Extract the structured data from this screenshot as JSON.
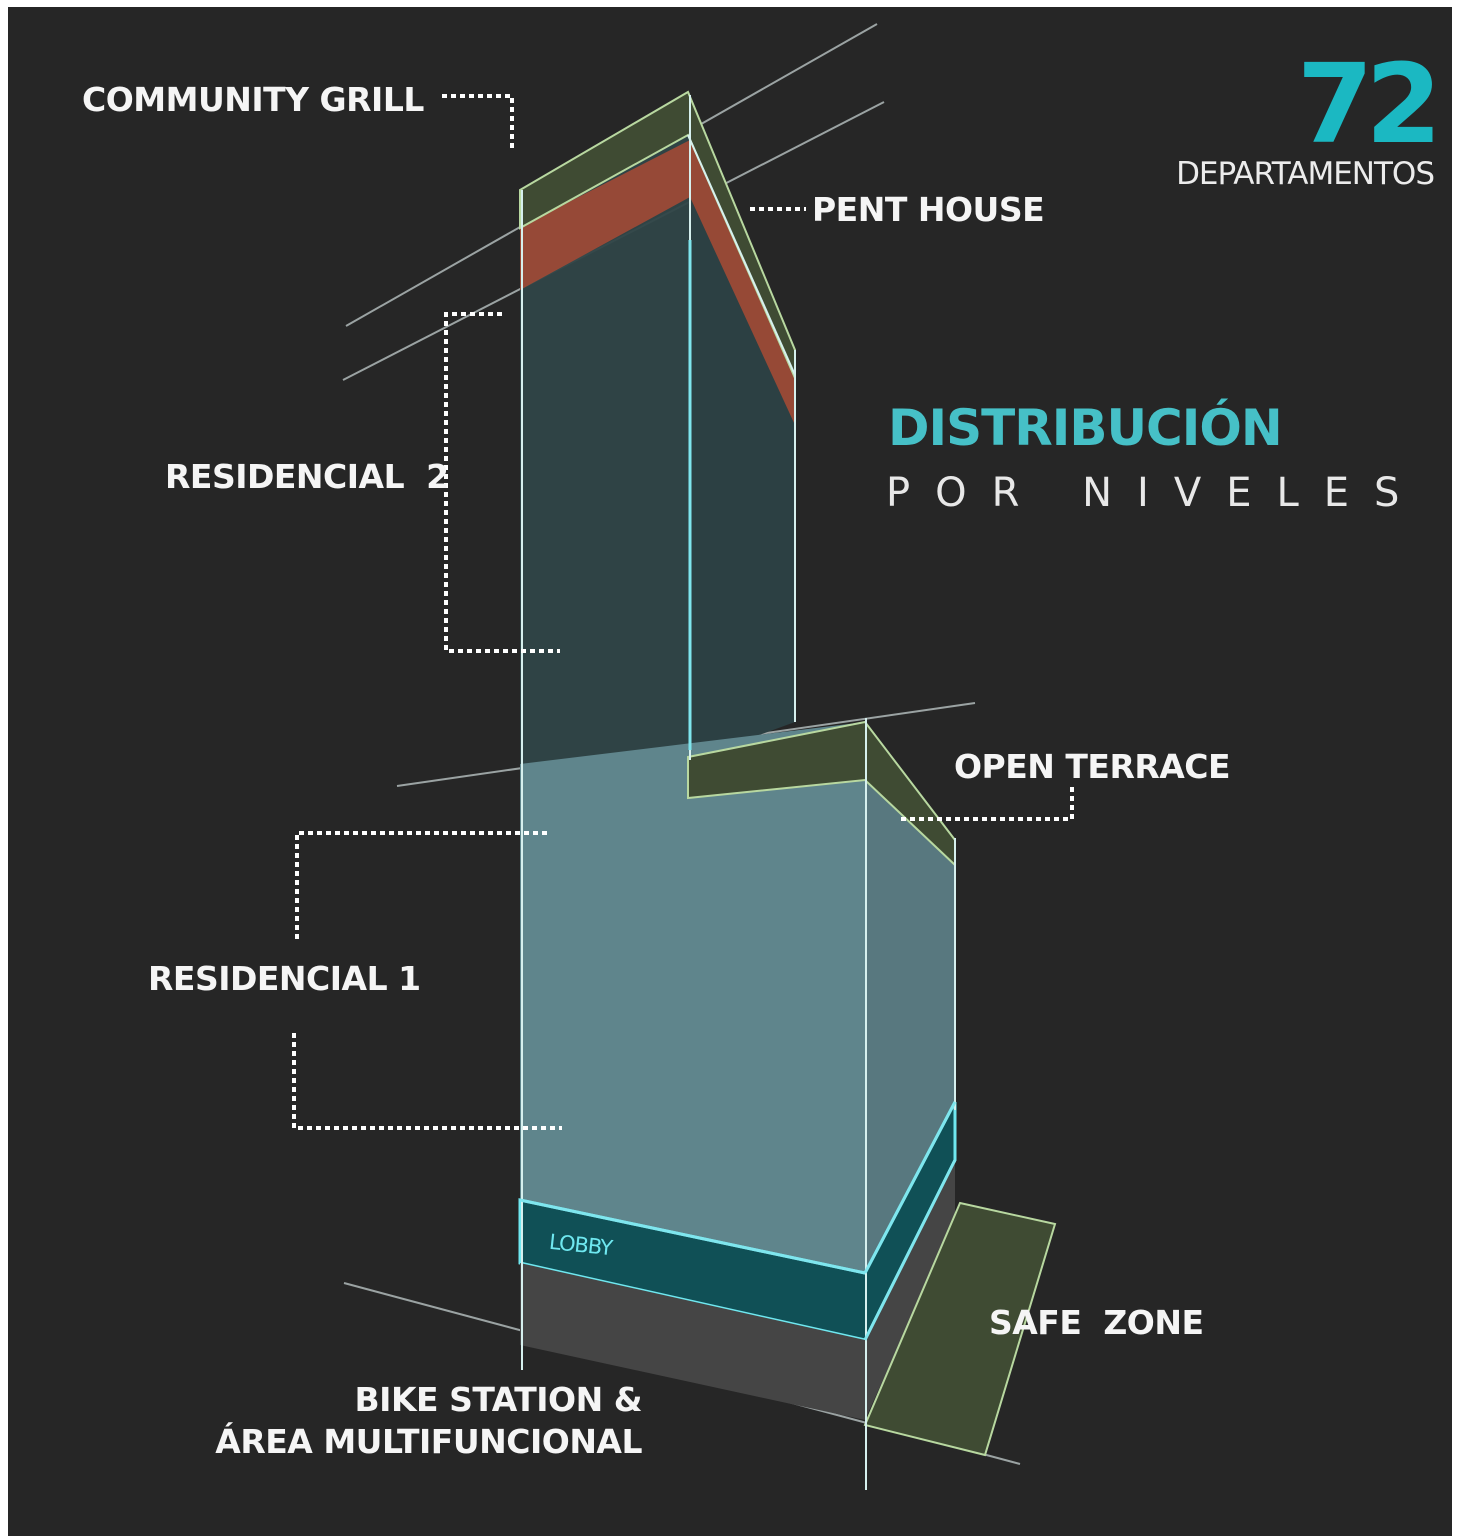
{
  "summary": {
    "count": "72",
    "count_label": "DEPARTAMENTOS"
  },
  "title": {
    "main": "DISTRIBUCIÓN",
    "sub": "POR NIVELES"
  },
  "levels": {
    "community_grill": "COMMUNITY GRILL",
    "pent_house": "PENT HOUSE",
    "residencial_2": "RESIDENCIAL  2",
    "open_terrace": "OPEN TERRACE",
    "residencial_1": "RESIDENCIAL 1",
    "lobby": "LOBBY",
    "safe_zone": "SAFE  ZONE",
    "bike_station_line1": "BIKE STATION &",
    "bike_station_line2": "ÁREA MULTIFUNCIONAL"
  },
  "colors": {
    "background": "#262626",
    "accent_teal": "#1bb8c2",
    "tower_upper": "#2f4547",
    "tower_lower": "#5f858c",
    "pent_house": "#a24a35",
    "green_zone": "#3f4b33",
    "lobby": "#105056"
  }
}
